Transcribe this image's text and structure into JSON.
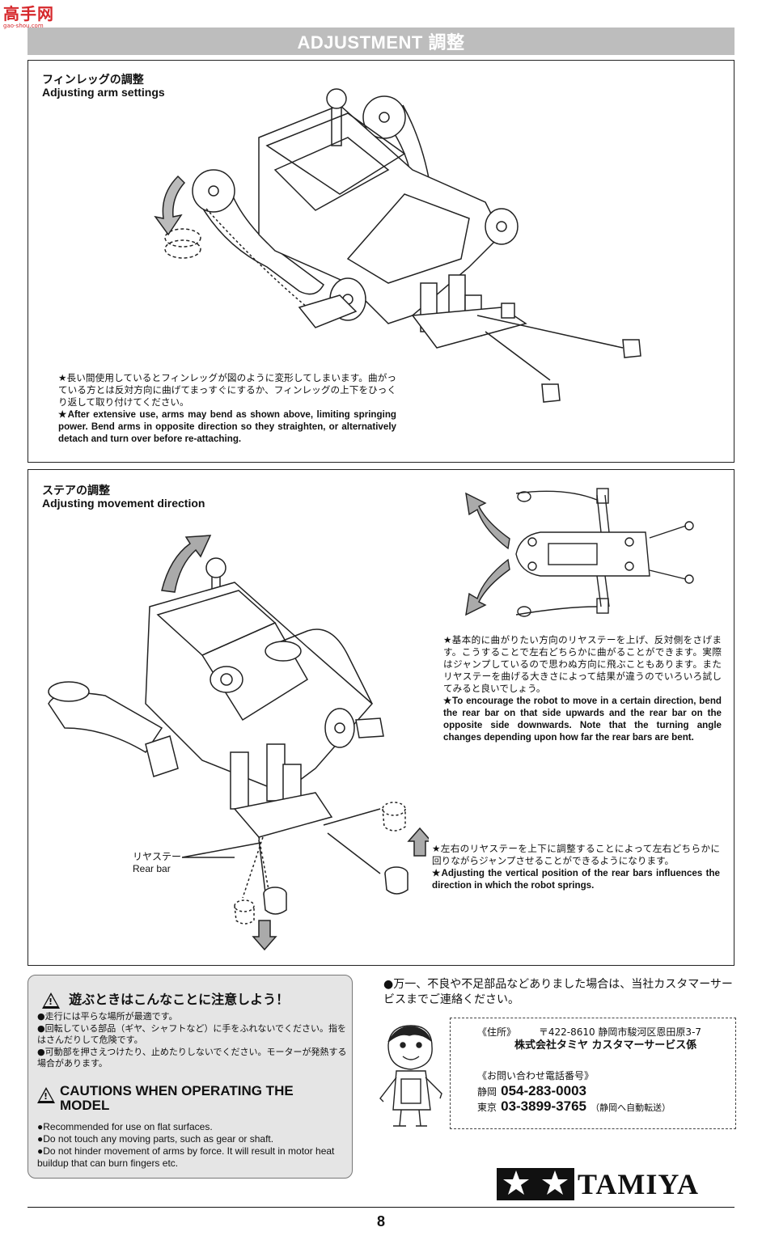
{
  "site_logo": {
    "main": "高手网",
    "sub": "gao-shou.com"
  },
  "header": {
    "title": "ADJUSTMENT 調整"
  },
  "section1": {
    "title_jp": "フィンレッグの調整",
    "title_en": "Adjusting arm settings",
    "note_jp": "★長い間使用しているとフィンレッグが図のように変形してしまいます。曲がっている方とは反対方向に曲げてまっすぐにするか、フィンレッグの上下をひっくり返して取り付けてください。",
    "note_en": "★After extensive use, arms may bend as shown above, limiting springing power. Bend arms in opposite direction so they straighten, or alternatively detach and turn over before re-attaching."
  },
  "section2": {
    "title_jp": "ステアの調整",
    "title_en": "Adjusting movement direction",
    "note1_jp": "★基本的に曲がりたい方向のリヤステーを上げ、反対側をさげます。こうすることで左右どちらかに曲がることができます。実際はジャンプしているので思わぬ方向に飛ぶこともあります。またリヤステーを曲げる大きさによって結果が違うのでいろいろ試してみると良いでしょう。",
    "note1_en": "★To encourage the robot to move in a certain direction, bend the rear bar on that side upwards and the rear bar on the opposite side downwards. Note that the turning angle changes depending upon how far the rear bars are bent.",
    "note2_jp": "★左右のリヤステーを上下に調整することによって左右どちらかに回りながらジャンプさせることができるようになります。",
    "note2_en": "★Adjusting the vertical position of the rear bars influences the direction in which the robot springs.",
    "label_jp": "リヤステー",
    "label_en": "Rear bar"
  },
  "caution": {
    "title_jp": "遊ぶときはこんなことに注意しよう！",
    "items_jp": [
      "●走行には平らな場所が最適です。",
      "●回転している部品（ギヤ、シャフトなど）に手をふれないでください。指をはさんだりして危険です。",
      "●可動部を押さえつけたり、止めたりしないでください。モーターが発熱する場合があります。"
    ],
    "title_en": "CAUTIONS WHEN OPERATING THE MODEL",
    "items_en": [
      "●Recommended for use on flat surfaces.",
      "●Do not touch any moving parts, such as gear or shaft.",
      "●Do not hinder movement of arms by force. It will result in motor heat buildup that can burn fingers etc."
    ]
  },
  "service": {
    "notice": "●万一、不良や不足部品などありました場合は、当社カスタマーサービスまでご連絡ください。",
    "address_label": "《住所》",
    "address": "〒422-8610 静岡市駿河区恩田原3-7",
    "company": "株式会社タミヤ カスタマーサービス係",
    "phone_label": "《お問い合わせ電話番号》",
    "phone1_city": "静岡",
    "phone1": "054-283-0003",
    "phone2_city": "東京",
    "phone2": "03-3899-3765",
    "phone2_note": "（静岡へ自動転送）"
  },
  "brand": {
    "name": "TAMIYA"
  },
  "page_number": "8"
}
